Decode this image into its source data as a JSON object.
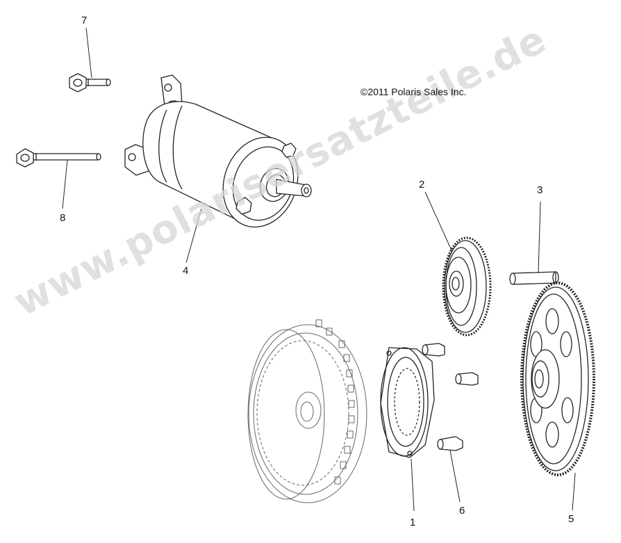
{
  "copyright": "©2011 Polaris Sales Inc.",
  "watermark": "www.polarisersatzteile.de",
  "callouts": {
    "c1": "1",
    "c2": "2",
    "c3": "3",
    "c4": "4",
    "c5": "5",
    "c6": "6",
    "c7": "7",
    "c8": "8"
  }
}
